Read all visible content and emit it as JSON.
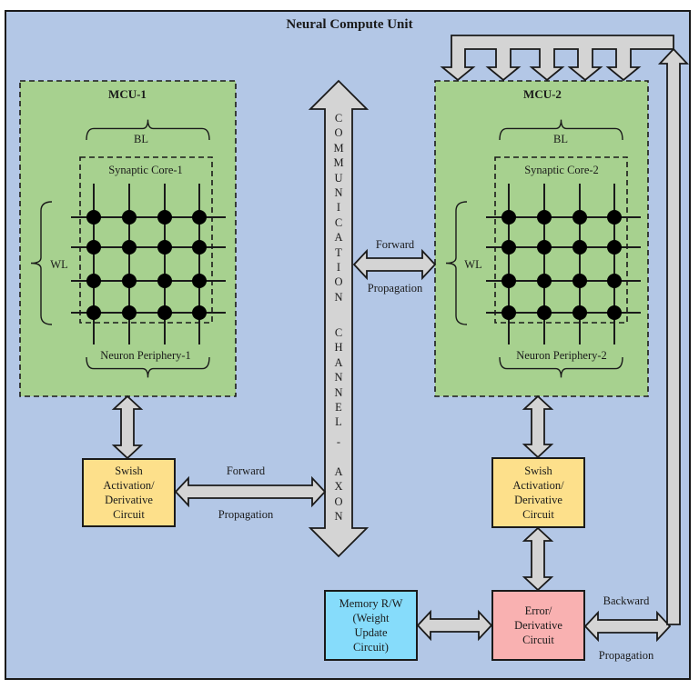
{
  "title": "Neural Compute Unit",
  "colors": {
    "background": "#b3c7e6",
    "mcu_fill": "#a7d18f",
    "arrow_fill": "#d4d4d4",
    "swish_fill": "#fde08b",
    "error_fill": "#f9b1b1",
    "memory_fill": "#86dcfb",
    "stroke": "#1a1a1a"
  },
  "mcu1": {
    "label": "MCU-1",
    "bl_label": "BL",
    "wl_label": "WL",
    "core_label": "Synaptic Core-1",
    "periphery_label": "Neuron Periphery-1",
    "grid_rows": 4,
    "grid_cols": 4
  },
  "mcu2": {
    "label": "MCU-2",
    "bl_label": "BL",
    "wl_label": "WL",
    "core_label": "Synaptic Core-2",
    "periphery_label": "Neuron Periphery-2",
    "grid_rows": 4,
    "grid_cols": 4
  },
  "channel": {
    "text_top": "COMMUNICATION",
    "text_mid": "CHANNEL",
    "text_dash": "-",
    "text_bottom": "AXON"
  },
  "swish1": {
    "lines": [
      "Swish",
      "Activation/",
      "Derivative",
      "Circuit"
    ]
  },
  "swish2": {
    "lines": [
      "Swish",
      "Activation/",
      "Derivative",
      "Circuit"
    ]
  },
  "error_box": {
    "lines": [
      "Error/",
      "Derivative",
      "Circuit"
    ]
  },
  "memory_box": {
    "lines": [
      "Memory R/W",
      "(Weight",
      "Update",
      "Circuit)"
    ]
  },
  "arrows": {
    "fwd_upper": {
      "top": "Forward",
      "bottom": "Propagation"
    },
    "fwd_lower": {
      "top": "Forward",
      "bottom": "Propagation"
    },
    "backward": {
      "top": "Backward",
      "bottom": "Propagation"
    }
  }
}
